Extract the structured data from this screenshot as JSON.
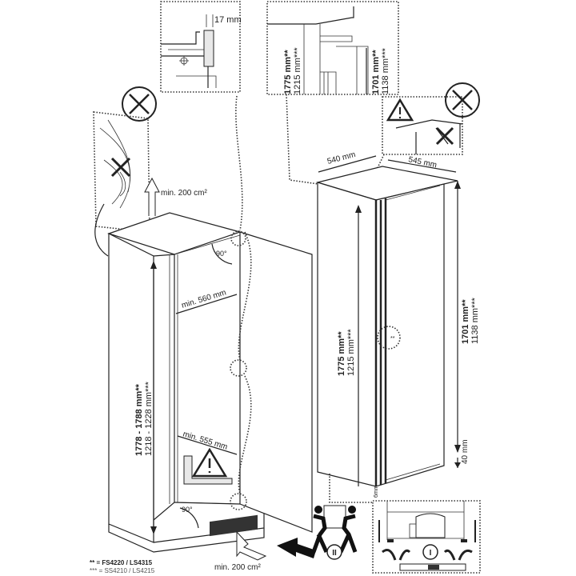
{
  "detail_top_left": {
    "gap_label": "17 mm"
  },
  "detail_top_center": {
    "height_a": "1775 mm**",
    "height_a_alt": "1215 mm***",
    "height_b": "1701 mm**",
    "height_b_alt": "1138 mm***"
  },
  "niche": {
    "vent_top_label": "min. 200 cm²",
    "vent_bottom_label": "min. 200 cm²",
    "angle_top": "90°",
    "angle_bottom": "90°",
    "width_top": "min. 560 mm",
    "width_bottom": "min. 555 mm",
    "height": "1778 - 1788 mm**",
    "height_alt": "1218 - 1228 mm***"
  },
  "appliance": {
    "depth": "540 mm",
    "width": "545 mm",
    "height_total": "1775 mm**",
    "height_total_alt": "1215 mm***",
    "height_door": "1701 mm**",
    "height_door_alt": "1138 mm***",
    "bottom_gap": "40 mm",
    "foot_gap": "6mm",
    "hinge_marker": "**"
  },
  "steps": {
    "step_2": "II",
    "step_1": "I"
  },
  "legend": {
    "line_1": "** = FS4220 / LS4315",
    "line_2": "*** = SS4210 / LS4215"
  }
}
